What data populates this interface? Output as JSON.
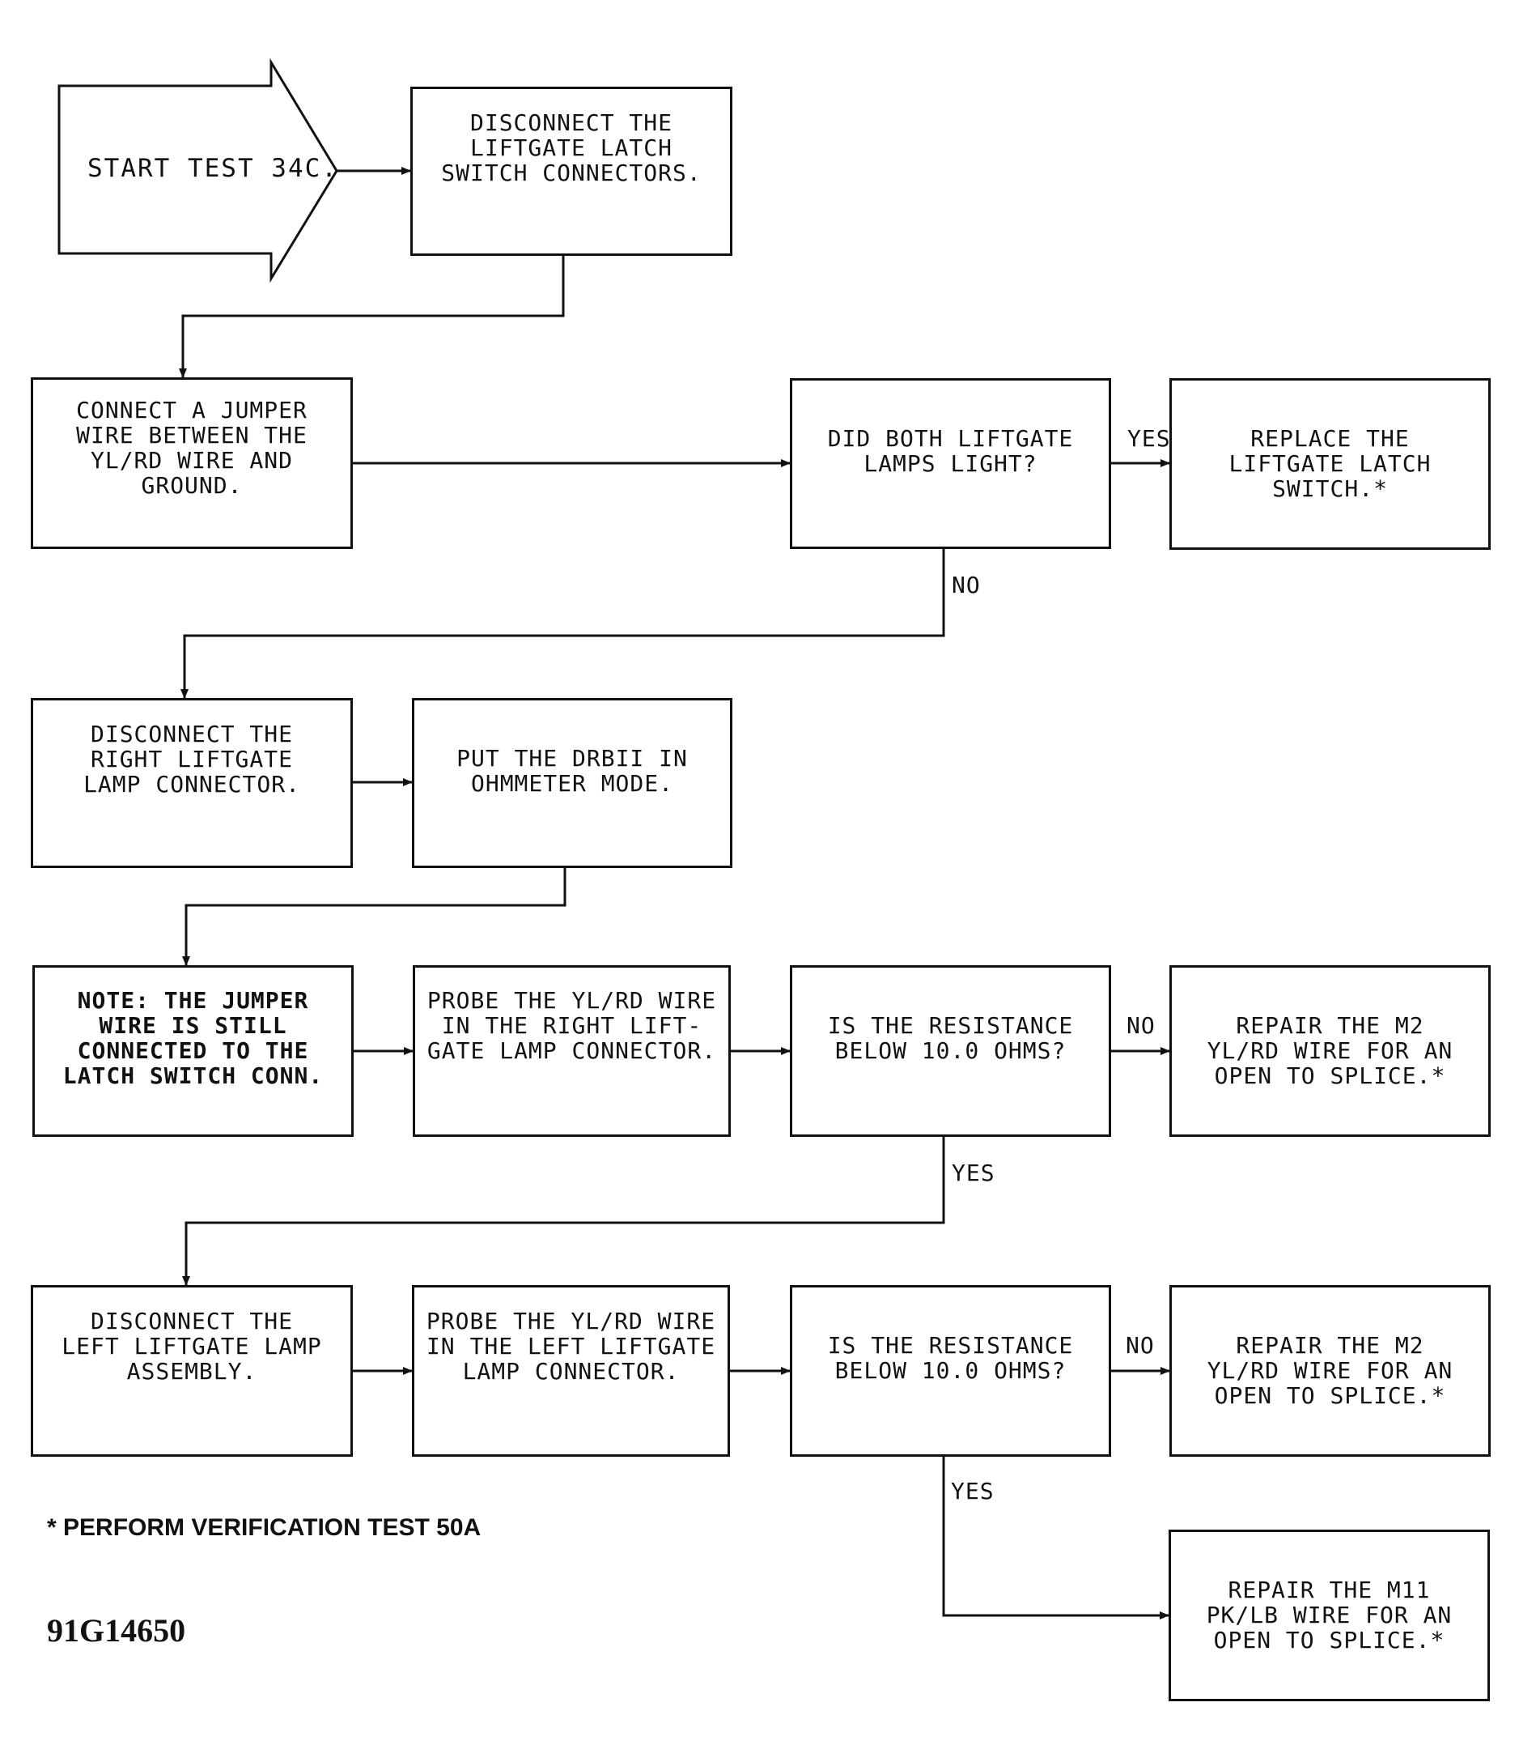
{
  "start": {
    "label": "START TEST 34C."
  },
  "steps": {
    "disconnect_latch": "DISCONNECT THE\nLIFTGATE LATCH\nSWITCH CONNECTORS.",
    "connect_jumper": "CONNECT A JUMPER\nWIRE BETWEEN THE\nYL/RD WIRE AND\nGROUND.",
    "did_both_lamps": "DID BOTH LIFTGATE\nLAMPS LIGHT?",
    "replace_latch": "REPLACE THE\nLIFTGATE LATCH\nSWITCH.*",
    "disconnect_right": "DISCONNECT THE\nRIGHT LIFTGATE\nLAMP CONNECTOR.",
    "put_drbii": "PUT THE DRBII IN\nOHMMETER MODE.",
    "note_jumper": "NOTE:  THE JUMPER\nWIRE IS STILL\nCONNECTED TO THE\nLATCH SWITCH CONN.",
    "probe_right": "PROBE THE YL/RD WIRE\nIN THE RIGHT LIFT-\nGATE LAMP CONNECTOR.",
    "resistance_right": "IS THE RESISTANCE\nBELOW 10.0 OHMS?",
    "repair_m2_right": "REPAIR THE M2\nYL/RD WIRE FOR AN\nOPEN TO SPLICE.*",
    "disconnect_left": "DISCONNECT THE\nLEFT LIFTGATE LAMP\nASSEMBLY.",
    "probe_left": "PROBE THE YL/RD WIRE\nIN THE LEFT LIFTGATE\nLAMP CONNECTOR.",
    "resistance_left": "IS THE RESISTANCE\nBELOW 10.0 OHMS?",
    "repair_m2_left": "REPAIR THE M2\nYL/RD WIRE FOR AN\nOPEN TO SPLICE.*",
    "repair_m11": "REPAIR THE M11\nPK/LB WIRE FOR AN\nOPEN TO SPLICE.*"
  },
  "labels": {
    "yes_lamps": "YES",
    "no_lamps": "NO",
    "no_res_right": "NO",
    "yes_res_right": "YES",
    "no_res_left": "NO",
    "yes_res_left": "YES"
  },
  "footnote": "* PERFORM VERIFICATION TEST 50A",
  "figure_id": "91G14650",
  "colors": {
    "line": "#111111",
    "background": "#ffffff"
  }
}
